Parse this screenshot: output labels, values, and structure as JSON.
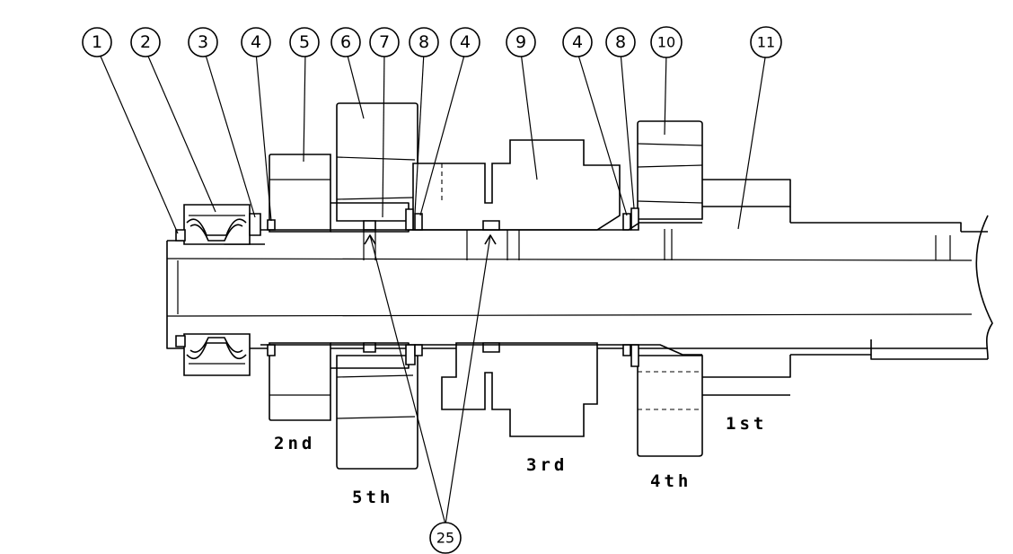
{
  "callouts": [
    {
      "id": "1",
      "label": "1"
    },
    {
      "id": "2",
      "label": "2"
    },
    {
      "id": "3",
      "label": "3"
    },
    {
      "id": "4a",
      "label": "4"
    },
    {
      "id": "5",
      "label": "5"
    },
    {
      "id": "6",
      "label": "6"
    },
    {
      "id": "7",
      "label": "7"
    },
    {
      "id": "8a",
      "label": "8"
    },
    {
      "id": "4b",
      "label": "4"
    },
    {
      "id": "9",
      "label": "9"
    },
    {
      "id": "4c",
      "label": "4"
    },
    {
      "id": "8b",
      "label": "8"
    },
    {
      "id": "10",
      "label": "10"
    },
    {
      "id": "11",
      "label": "11"
    },
    {
      "id": "25",
      "label": "25"
    }
  ],
  "gear_labels": {
    "first": "1st",
    "second": "2nd",
    "third": "3rd",
    "fourth": "4th",
    "fifth": "5th"
  }
}
